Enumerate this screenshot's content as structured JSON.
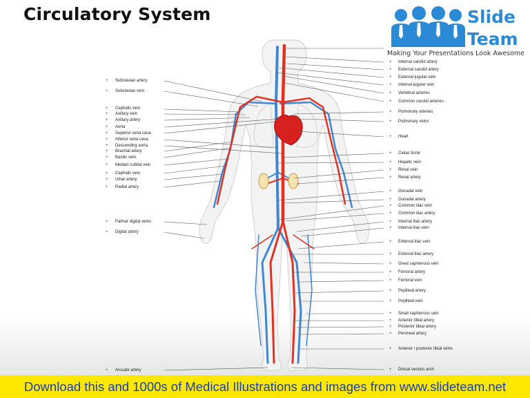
{
  "slide": {
    "title": "Circulatory System",
    "footer": "Download this and 1000s of Medical Illustrations and images from www.slideteam.net"
  },
  "logo": {
    "brand_line1": "Slide",
    "brand_line2": "Team",
    "tagline": "Making Your Presentations Look Awesome",
    "icon": "people-group-icon",
    "color": "#2b8ad6"
  },
  "colors": {
    "artery": "#e53020",
    "vein": "#3f86d3",
    "footer_bg": "#ffe800",
    "footer_text": "#1a3fa8"
  },
  "labels": {
    "bullet": "+",
    "left": [
      "Subclavian artery",
      "Subclavian vein",
      "Cephalic vein",
      "Axillary vein",
      "Axillary artery",
      "Aorta",
      "Superior vena cava",
      "Inferior vena cava",
      "Descending aorta",
      "Brachial artery",
      "Basilic vein",
      "Median cubital vein",
      "Cephalic vein",
      "Ulnar artery",
      "Radial artery",
      "Palmar digital veins",
      "Digital artery",
      "Arcuate artery"
    ],
    "right": [
      "Internal carotid artery",
      "External carotid artery",
      "External jugular vein",
      "Internal jugular vein",
      "Vertebral arteries",
      "Common carotid arteries",
      "Pulmonary arteries",
      "Pulmonary veins",
      "Heart",
      "Celiac trunk",
      "Hepatic vein",
      "Renal vein",
      "Renal artery",
      "Gonadal vein",
      "Gonadal artery",
      "Common iliac vein",
      "Common iliac artery",
      "Internal iliac artery",
      "Internal iliac vein",
      "External iliac vein",
      "External iliac artery",
      "Great saphenous vein",
      "Femoral artery",
      "Femoral vein",
      "Popliteal artery",
      "Popliteal vein",
      "Small saphenous vein",
      "Anterior tibial artery",
      "Posterior tibial artery",
      "Peroneal artery",
      "Anterior / posterior tibial veins",
      "Dorsal venous arch"
    ]
  }
}
